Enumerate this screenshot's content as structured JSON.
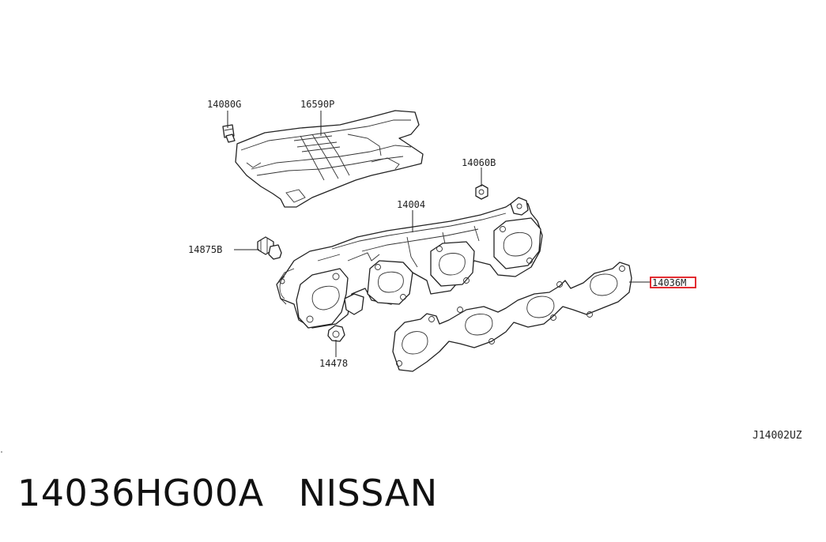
{
  "callouts": {
    "bolt_top": "14080G",
    "heat_shield": "16590P",
    "stud_right": "14060B",
    "manifold": "14004",
    "sensor": "14875B",
    "gasket": "14036M",
    "nut": "14478"
  },
  "highlight_color": "#e0161b",
  "reference_code": "J14002UZ",
  "caption": {
    "part_number": "14036HG00A",
    "brand": "NISSAN"
  }
}
